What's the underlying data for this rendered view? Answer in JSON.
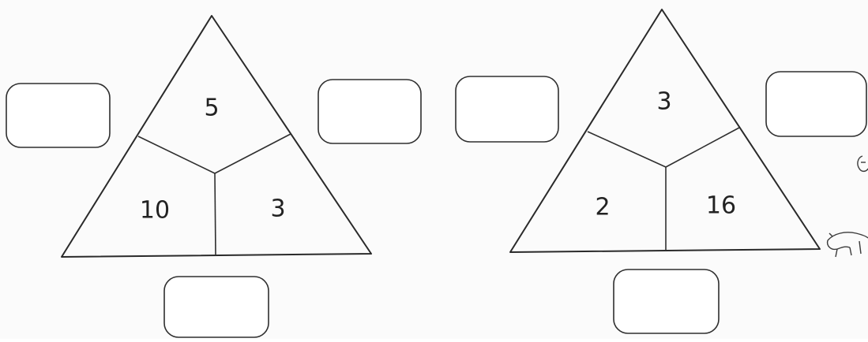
{
  "triangles": [
    {
      "top": "5",
      "left": "10",
      "right": "3",
      "answers": {
        "left": "",
        "right": "",
        "bottom": ""
      }
    },
    {
      "top": "3",
      "left": "2",
      "right": "16",
      "answers": {
        "left": "",
        "right": "",
        "bottom": ""
      }
    }
  ],
  "colors": {
    "line": "#2a2a2a",
    "ink": "#222222",
    "paper": "#fbfbfb"
  }
}
